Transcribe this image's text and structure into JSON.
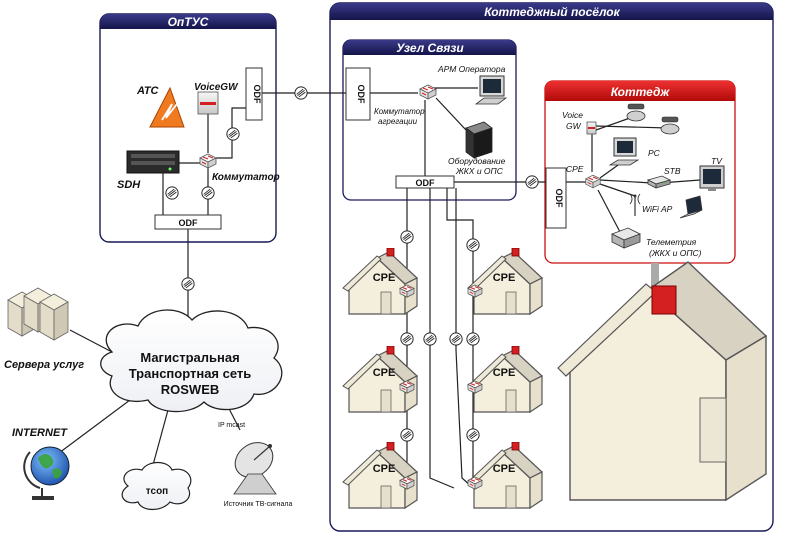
{
  "panels": {
    "optus": "ОпТУС",
    "cottage_village": "Коттеджный посёлок",
    "comm_node": "Узел Связи",
    "cottage": "Коттедж"
  },
  "optus": {
    "atc": "АТС",
    "voicegw": "VoiceGW",
    "sdh": "SDH",
    "switch": "Коммутатор",
    "odf_bottom": "ODF",
    "odf_side": "ODF"
  },
  "node": {
    "odf_side": "ODF",
    "odf_bottom": "ODF",
    "arm": "АРМ Оператора",
    "agg_switch_line1": "Коммутатор",
    "agg_switch_line2": "агрегации",
    "equip_line1": "Оборудование",
    "equip_line2": "ЖКХ и ОПС"
  },
  "cottage": {
    "odf": "ODF",
    "cpe": "CPE",
    "voicegw_line1": "Voice",
    "voicegw_line2": "GW",
    "pc": "PC",
    "stb": "STB",
    "tv": "TV",
    "wifi": "WiFi AP",
    "telemetry_line1": "Телеметрия",
    "telemetry_line2": "(ЖКХ и ОПС)"
  },
  "houses": [
    "CPE",
    "CPE",
    "CPE",
    "CPE",
    "CPE",
    "CPE"
  ],
  "network": {
    "line1": "Магистральная",
    "line2": "Транспортная сеть",
    "line3": "ROSWEB"
  },
  "servers": "Сервера услуг",
  "internet": "INTERNET",
  "tsop": "тсоп",
  "ip_mcast": "IP mcast",
  "tv_source": "Источник ТВ-сигнала",
  "colors": {
    "panel_header": "#1a1a5a",
    "cottage_header": "#cc1111",
    "house_wall": "#f3ecd8",
    "house_roof": "#e2dccc",
    "chimney": "#d42020"
  }
}
